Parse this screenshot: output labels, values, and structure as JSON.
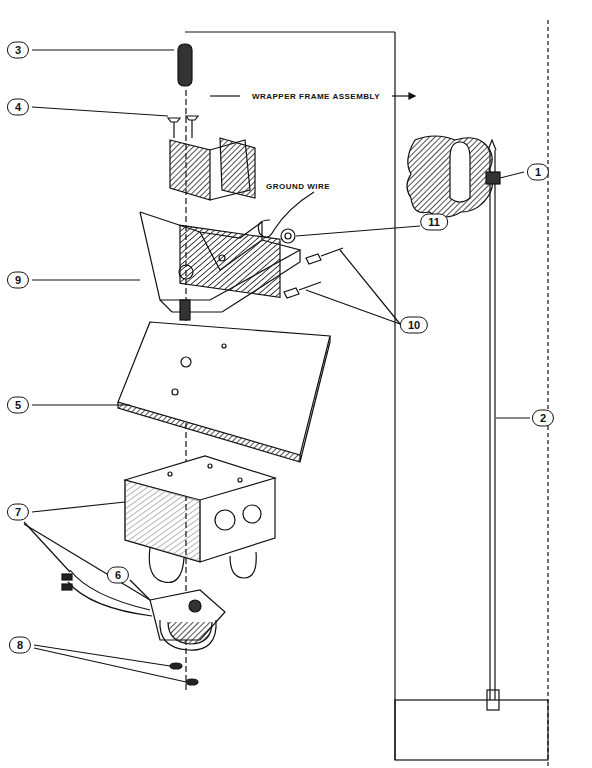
{
  "diagram": {
    "labels": [
      "3",
      "4",
      "WRAPPER FRAME ASSEMBLY",
      "GROUND WIRE",
      "11",
      "9",
      "10",
      "1",
      "5",
      "2",
      "7",
      "6",
      "8"
    ]
  }
}
